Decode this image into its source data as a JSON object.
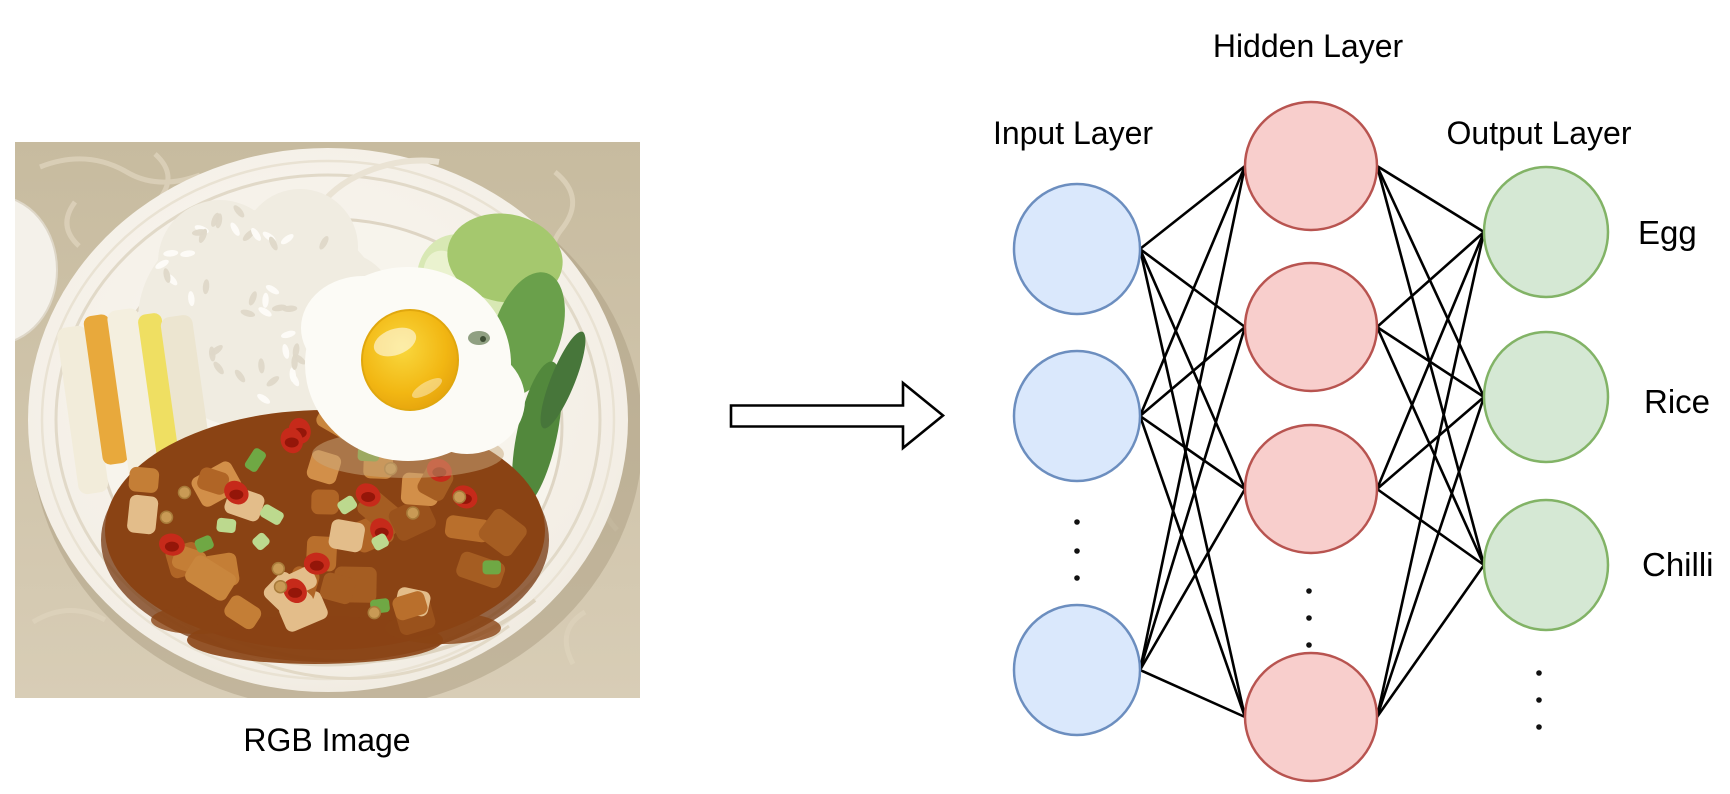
{
  "figure": {
    "caption": "RGB Image",
    "photo_subject": "plate of rice with fried egg, chilli chicken and vegetables"
  },
  "arrow": {
    "icon": "right-arrow",
    "fill": "#ffffff",
    "stroke": "#000000"
  },
  "network": {
    "connectivity": "fully-connected",
    "edge_color": "#000000",
    "ellipsis_dot_color": "#111111",
    "layers": {
      "input": {
        "label": "Input Layer",
        "fill": "#dae8fc",
        "stroke": "#6c8ebf",
        "visible_nodes": 3,
        "has_ellipsis": true
      },
      "hidden": {
        "label": "Hidden Layer",
        "fill": "#f8cecc",
        "stroke": "#b85450",
        "visible_nodes": 4,
        "has_ellipsis": true
      },
      "output": {
        "label": "Output Layer",
        "fill": "#d5e8d4",
        "stroke": "#82b366",
        "visible_nodes": 3,
        "has_ellipsis": true
      }
    },
    "output_labels": [
      "Egg",
      "Rice",
      "Chilli"
    ]
  }
}
